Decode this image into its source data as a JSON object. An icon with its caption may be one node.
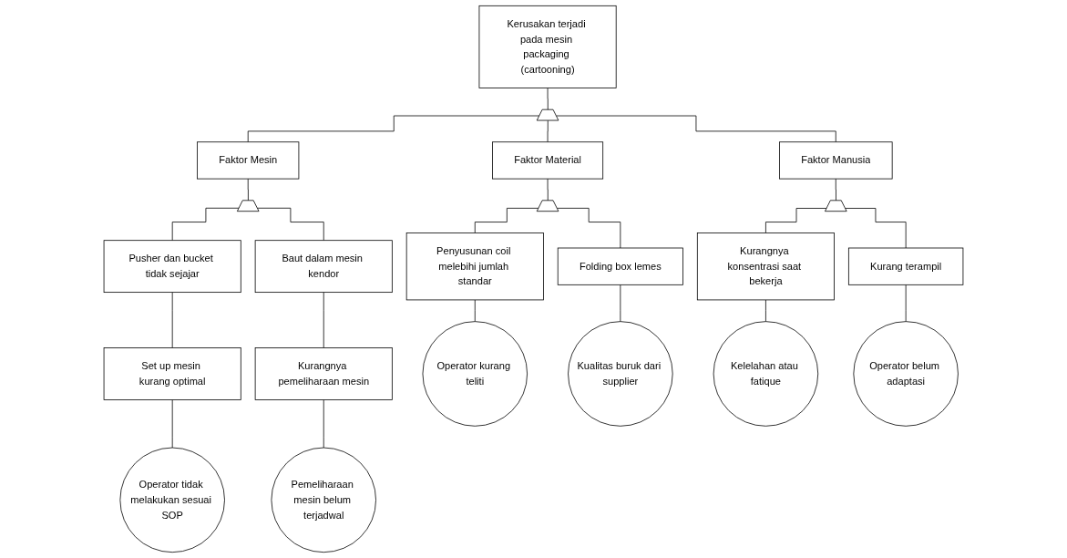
{
  "diagram": {
    "nodes": [
      {
        "text": [
          "Kerusakan terjadi pada mesin packaging (cartooning)"
        ]
      },
      {
        "text": [],
        "shape": "gate"
      },
      {
        "text": [
          "Faktor Mesin"
        ]
      },
      {
        "text": [
          "Faktor Material"
        ]
      },
      {
        "text": [
          "Faktor Manusia"
        ]
      },
      {
        "text": [],
        "shape": "gate"
      },
      {
        "text": [],
        "shape": "gate"
      },
      {
        "text": [],
        "shape": "gate"
      },
      {
        "text": [
          "Pusher dan bucket tidak sejajar"
        ]
      },
      {
        "text": [
          "Baut dalam mesin kendor"
        ]
      },
      {
        "text": [
          "Penyusunan coil melebihi jumlah standar"
        ]
      },
      {
        "text": [
          "Folding box lemes"
        ]
      },
      {
        "text": [
          "Kurangnya konsentrasi saat bekerja"
        ]
      },
      {
        "text": [
          "Kurang terampil"
        ]
      },
      {
        "text": [
          "Set up mesin kurang optimal"
        ]
      },
      {
        "text": [
          "Kurangnya pemeliharaan mesin"
        ]
      },
      {
        "text": [
          "Operator tidak melakukan sesuai SOP"
        ]
      },
      {
        "text": [
          "Pemeliharaan mesin belum terjadwal"
        ]
      },
      {
        "text": [
          "Operator kurang teliti"
        ]
      },
      {
        "text": [
          "Kualitas buruk dari supplier"
        ]
      },
      {
        "text": [
          "Kelelahan atau fatique"
        ]
      },
      {
        "text": [
          "Operator belum adaptasi"
        ]
      }
    ],
    "edges": [
      {
        "from": 0,
        "to": 1,
        "arrow": "none"
      },
      {
        "from": 1,
        "to": 2,
        "arrow": "none"
      },
      {
        "from": 1,
        "to": 3,
        "arrow": "none"
      },
      {
        "from": 1,
        "to": 4,
        "arrow": "none"
      },
      {
        "from": 2,
        "to": 5,
        "arrow": "none"
      },
      {
        "from": 3,
        "to": 6,
        "arrow": "none"
      },
      {
        "from": 4,
        "to": 7,
        "arrow": "none"
      },
      {
        "from": 5,
        "to": 8,
        "arrow": "none"
      },
      {
        "from": 5,
        "to": 9,
        "arrow": "none"
      },
      {
        "from": 6,
        "to": 10,
        "arrow": "none"
      },
      {
        "from": 6,
        "to": 11,
        "arrow": "none"
      },
      {
        "from": 7,
        "to": 12,
        "arrow": "none"
      },
      {
        "from": 7,
        "to": 13,
        "arrow": "none"
      },
      {
        "from": 8,
        "to": 14,
        "arrow": "none"
      },
      {
        "from": 9,
        "to": 15,
        "arrow": "none"
      },
      {
        "from": 14,
        "to": 16,
        "arrow": "none"
      },
      {
        "from": 15,
        "to": 17,
        "arrow": "none"
      },
      {
        "from": 10,
        "to": 18,
        "arrow": "none"
      },
      {
        "from": 11,
        "to": 19,
        "arrow": "none"
      },
      {
        "from": 12,
        "to": 20,
        "arrow": "none"
      },
      {
        "from": 13,
        "to": 21,
        "arrow": "none"
      }
    ]
  }
}
